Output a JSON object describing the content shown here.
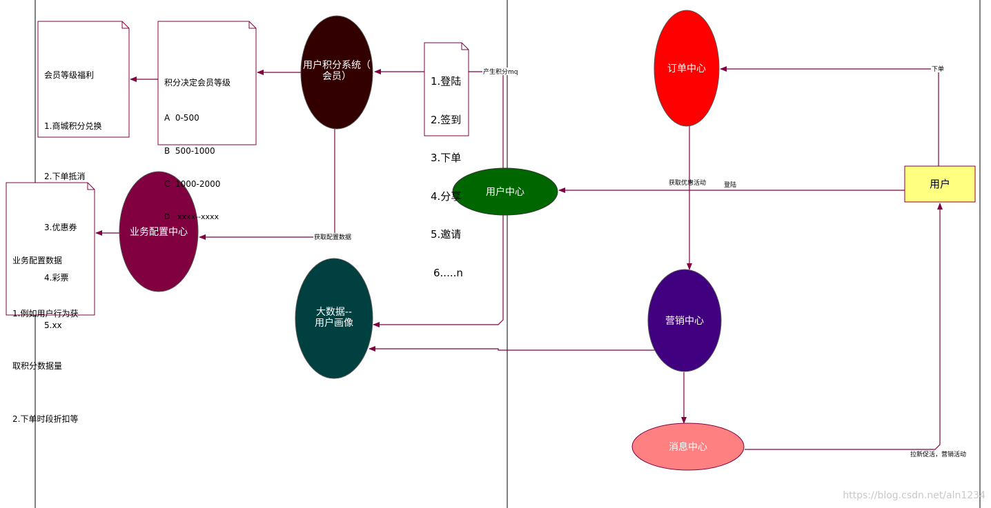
{
  "nodes": {
    "points": {
      "label_line1": "用户积分系统（",
      "label_line2": "会员）",
      "color": "#330000"
    },
    "order": {
      "label": "订单中心",
      "color": "#ff0000"
    },
    "user_center": {
      "label": "用户中心",
      "color": "#006600"
    },
    "biz_config": {
      "label": "业务配置中心",
      "color": "#800040"
    },
    "bigdata": {
      "label_line1": "大数据--",
      "label_line2": "用户画像",
      "color": "#004040"
    },
    "marketing": {
      "label": "营销中心",
      "color": "#400080"
    },
    "message": {
      "label": "消息中心",
      "color": "#ff8080"
    },
    "user": {
      "label": "用户",
      "color": "#ffff80"
    }
  },
  "notes": {
    "benefits": [
      "会员等级福利",
      "1.商城积分兑换",
      "2.下单抵消",
      "3.优惠券",
      "4.彩票",
      "5.xx"
    ],
    "levels": [
      "积分决定会员等级",
      "A  0-500",
      "B  500-1000",
      "C  1000-2000",
      "D   xxxx--xxxx"
    ],
    "actions": [
      "1.登陆",
      "2.签到",
      "3.下单",
      "4.分享",
      "5.邀请",
      "6.....n"
    ],
    "config": [
      "业务配置数据",
      "1.例如用户行为获",
      "取积分数据量",
      "2.下单时段折扣等"
    ]
  },
  "edges": {
    "mq": "产生积分mq",
    "order": "下单",
    "get_promo": "获取优惠活动",
    "login": "登陆",
    "get_config": "获取配置数据",
    "promo": "拉新促活，营销活动"
  },
  "colors": {
    "line": "#800040",
    "box_border": "#800040"
  },
  "watermark": "https://blog.csdn.net/aln1234"
}
